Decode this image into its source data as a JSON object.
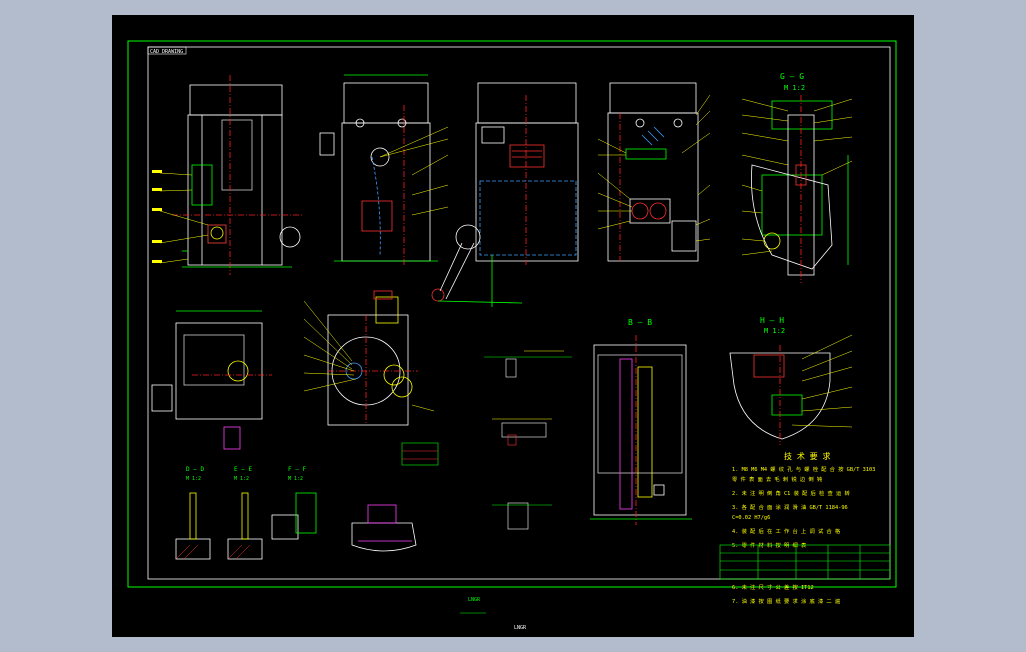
{
  "sheet": {
    "stamp": "CAD DRAWING",
    "views": {
      "gg": {
        "title": "G — G",
        "scale": "M 1:2"
      },
      "hh": {
        "title": "H — H",
        "scale": "M 1:2"
      },
      "bb": {
        "title": "B — B"
      },
      "dd": {
        "title": "D — D",
        "scale": "M 1:2"
      },
      "ee": {
        "title": "E — E",
        "scale": "M 1:2"
      },
      "ff": {
        "title": "F — F",
        "scale": "M 1:2"
      }
    },
    "tech_title": "技 术 要 求",
    "notes": [
      "1.  M8 M6 M4 螺 纹 孔 与 螺 栓 配 合 按 GB/T 3103",
      "    零 件 表 面 去 毛 刺 锐 边 倒 钝",
      "2.  未 注 明 倒 角 C1  装 配 后 检 查 运 转",
      "3.  各 配 合 面 涂 润 滑 油  GB/T 1184-96",
      "    C=0.02  H7/g6",
      "4.  装 配 后 在 工 作 台 上 调 试 合 格",
      "5.  零 件 材 料 按 明 细 表",
      "6.  未 注 尺 寸 公 差 按 IT12",
      "7.  油 漆 按 图 纸 要 求  涂 底 漆 二 遍"
    ],
    "center_label": "LNGR",
    "bottom_label": "LNGR"
  }
}
